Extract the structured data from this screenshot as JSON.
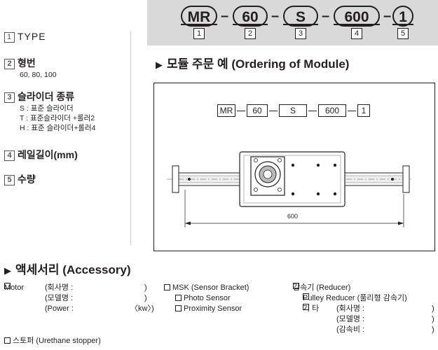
{
  "code": {
    "tokens": [
      "MR",
      "60",
      "S",
      "600",
      "1"
    ],
    "dash": "–",
    "numbers": [
      "1",
      "2",
      "3",
      "4",
      "5"
    ]
  },
  "specs": [
    {
      "num": "1",
      "title": "TYPE",
      "subs": []
    },
    {
      "num": "2",
      "title": "형번",
      "subs": [
        "60, 80, 100"
      ]
    },
    {
      "num": "3",
      "title": "슬라이더 종류",
      "subs": [
        "S : 표준 슬라이더",
        "T : 표준슬라이더 +롤러2",
        "H : 표준 슬라이더+롤러4"
      ]
    },
    {
      "num": "4",
      "title": "레일길이(mm)",
      "subs": []
    },
    {
      "num": "5",
      "title": "수량",
      "subs": []
    }
  ],
  "ordering": {
    "arrow": "▶",
    "title": "모듈 주문 예 (Ordering of Module)",
    "code": [
      "MR",
      "60",
      "S",
      "600",
      "1"
    ],
    "dimension": "600"
  },
  "accessory": {
    "arrow": "▶",
    "title": "액세서리 (Accessory)",
    "motor": {
      "label": "Motor",
      "rows": [
        {
          "name": "(회사명 :",
          "close": ")"
        },
        {
          "name": "(모델명 :",
          "close": ")"
        },
        {
          "name": "(Power :",
          "close": "〈kw〉)"
        }
      ]
    },
    "msk": {
      "label": "MSK (Sensor Bracket)",
      "items": [
        "Photo Sensor",
        "Proximity Sensor"
      ]
    },
    "reducer": {
      "label": "감속기 (Reducer)",
      "pulley": "Pulley Reducer (풀리형 감속기)",
      "other": "기  타",
      "rows": [
        {
          "name": "(회사명 :",
          "close": ")"
        },
        {
          "name": "(모델명 :",
          "close": ")"
        },
        {
          "name": "(감속비 :",
          "close": ")"
        }
      ]
    },
    "stopper": "스토퍼 (Urethane stopper)"
  }
}
